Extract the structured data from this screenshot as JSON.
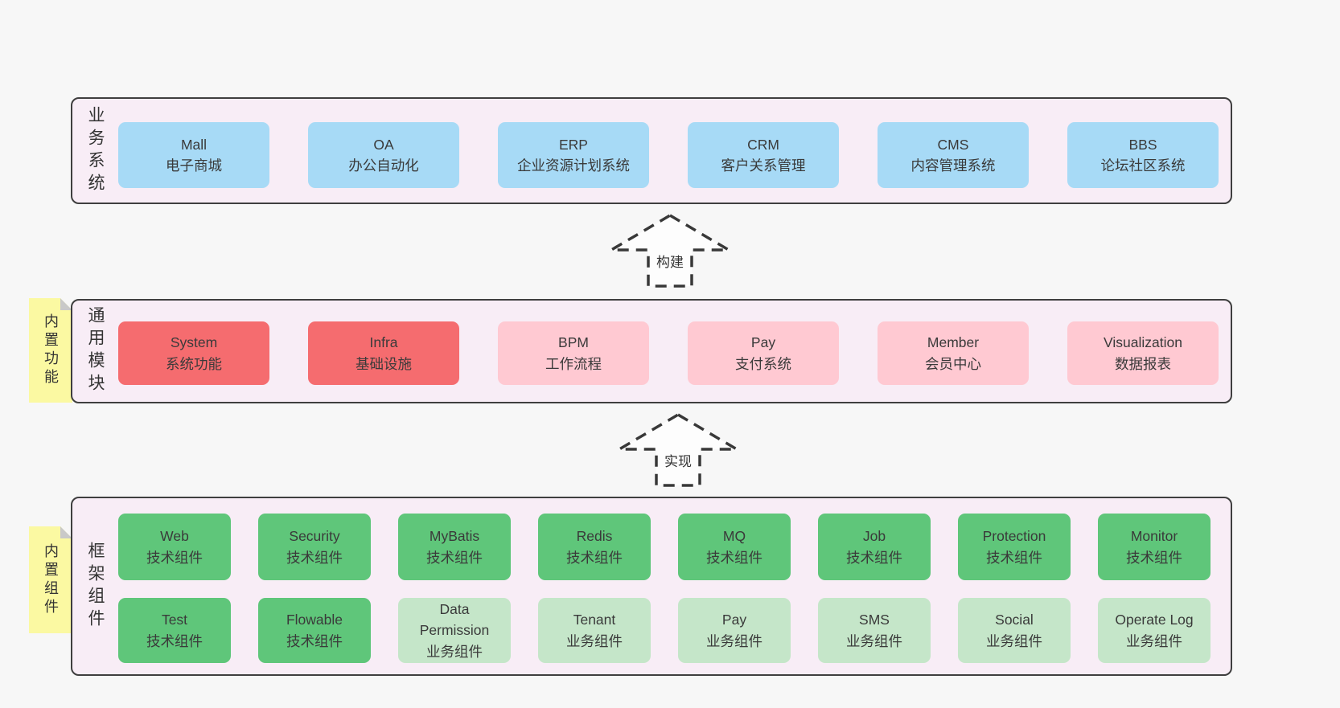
{
  "colors": {
    "page_bg": "#f7f7f7",
    "panel_bg": "#f8edf6",
    "panel_border": "#3f3f3f",
    "note_bg": "#fbf9a2",
    "note_fold": "#c9c9c9",
    "text": "#3a3a3a",
    "arrow": "#383838",
    "arrow_fill": "#fdfdfd",
    "blue": "#a7daf6",
    "red": "#f56c6f",
    "pink": "#ffc9d2",
    "green": "#5fc67a",
    "lightgreen": "#c5e6c9"
  },
  "layers": {
    "business": {
      "label": "业务系统",
      "boxes": [
        {
          "name": "Mall",
          "desc": "电子商城",
          "variant": "blue"
        },
        {
          "name": "OA",
          "desc": "办公自动化",
          "variant": "blue"
        },
        {
          "name": "ERP",
          "desc": "企业资源计划系统",
          "variant": "blue"
        },
        {
          "name": "CRM",
          "desc": "客户关系管理",
          "variant": "blue"
        },
        {
          "name": "CMS",
          "desc": "内容管理系统",
          "variant": "blue"
        },
        {
          "name": "BBS",
          "desc": "论坛社区系统",
          "variant": "blue"
        }
      ]
    },
    "modules": {
      "label": "通用模块",
      "note": "内置功能",
      "boxes": [
        {
          "name": "System",
          "desc": "系统功能",
          "variant": "red"
        },
        {
          "name": "Infra",
          "desc": "基础设施",
          "variant": "red"
        },
        {
          "name": "BPM",
          "desc": "工作流程",
          "variant": "pink"
        },
        {
          "name": "Pay",
          "desc": "支付系统",
          "variant": "pink"
        },
        {
          "name": "Member",
          "desc": "会员中心",
          "variant": "pink"
        },
        {
          "name": "Visualization",
          "desc": "数据报表",
          "variant": "pink"
        }
      ]
    },
    "components": {
      "label": "框架组件",
      "note": "内置组件",
      "tech_row": [
        {
          "name": "Web",
          "desc": "技术组件",
          "variant": "green"
        },
        {
          "name": "Security",
          "desc": "技术组件",
          "variant": "green"
        },
        {
          "name": "MyBatis",
          "desc": "技术组件",
          "variant": "green"
        },
        {
          "name": "Redis",
          "desc": "技术组件",
          "variant": "green"
        },
        {
          "name": "MQ",
          "desc": "技术组件",
          "variant": "green"
        },
        {
          "name": "Job",
          "desc": "技术组件",
          "variant": "green"
        },
        {
          "name": "Protection",
          "desc": "技术组件",
          "variant": "green"
        },
        {
          "name": "Monitor",
          "desc": "技术组件",
          "variant": "green"
        }
      ],
      "biz_row": [
        {
          "name": "Test",
          "desc": "技术组件",
          "variant": "green"
        },
        {
          "name": "Flowable",
          "desc": "技术组件",
          "variant": "green"
        },
        {
          "name": "Data Permission",
          "desc": "业务组件",
          "variant": "lightgreen"
        },
        {
          "name": "Tenant",
          "desc": "业务组件",
          "variant": "lightgreen"
        },
        {
          "name": "Pay",
          "desc": "业务组件",
          "variant": "lightgreen"
        },
        {
          "name": "SMS",
          "desc": "业务组件",
          "variant": "lightgreen"
        },
        {
          "name": "Social",
          "desc": "业务组件",
          "variant": "lightgreen"
        },
        {
          "name": "Operate Log",
          "desc": "业务组件",
          "variant": "lightgreen"
        }
      ]
    }
  },
  "arrows": {
    "build": {
      "label": "构建"
    },
    "implement": {
      "label": "实现"
    }
  }
}
